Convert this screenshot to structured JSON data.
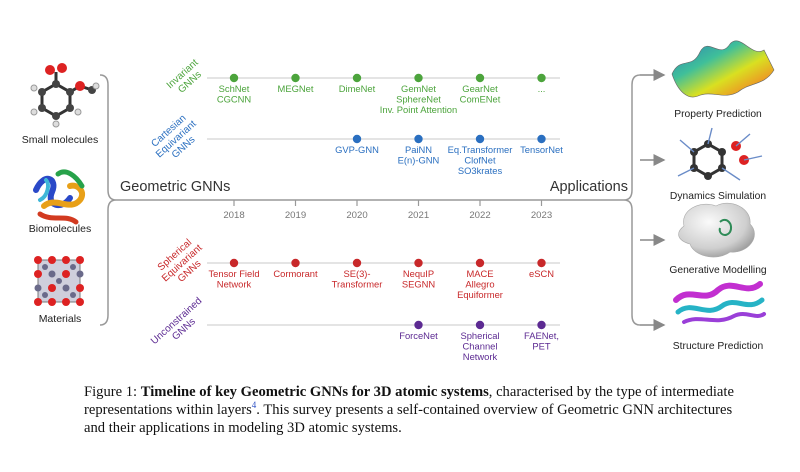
{
  "left_inputs": [
    {
      "key": "small",
      "label": "Small molecules"
    },
    {
      "key": "bio",
      "label": "Biomolecules"
    },
    {
      "key": "mat",
      "label": "Materials"
    }
  ],
  "center_title": "Geometric GNNs",
  "right_title": "Applications",
  "years": [
    "2018",
    "2019",
    "2020",
    "2021",
    "2022",
    "2023"
  ],
  "colors": {
    "invariant": "#4ca43c",
    "cartesian": "#2a6fc0",
    "spherical": "#c8282a",
    "unconstrained": "#5c2a92",
    "axis": "#999999",
    "text": "#222222"
  },
  "rows": [
    {
      "key": "invariant",
      "label_lines": [
        "Invariant",
        "GNNs"
      ],
      "items": [
        {
          "year": "2018",
          "lines": [
            "SchNet",
            "CGCNN"
          ]
        },
        {
          "year": "2019",
          "lines": [
            "MEGNet"
          ]
        },
        {
          "year": "2020",
          "lines": [
            "DimeNet"
          ]
        },
        {
          "year": "2021",
          "lines": [
            "GemNet",
            "SphereNet",
            "Inv. Point Attention"
          ]
        },
        {
          "year": "2022",
          "lines": [
            "GearNet",
            "ComENet"
          ]
        },
        {
          "year": "2023",
          "lines": [
            "..."
          ]
        }
      ]
    },
    {
      "key": "cartesian",
      "label_lines": [
        "Cartesian",
        "Equivariant",
        "GNNs"
      ],
      "items": [
        {
          "year": "2020",
          "lines": [
            "GVP-GNN"
          ]
        },
        {
          "year": "2021",
          "lines": [
            "PaiNN",
            "E(n)-GNN"
          ]
        },
        {
          "year": "2022",
          "lines": [
            "Eq.Transformer",
            "ClofNet",
            "SO3krates"
          ]
        },
        {
          "year": "2023",
          "lines": [
            "TensorNet"
          ]
        }
      ]
    },
    {
      "key": "spherical",
      "label_lines": [
        "Spherical",
        "Equivariant",
        "GNNs"
      ],
      "items": [
        {
          "year": "2018",
          "lines": [
            "Tensor Field",
            "Network"
          ]
        },
        {
          "year": "2019",
          "lines": [
            "Cormorant"
          ]
        },
        {
          "year": "2020",
          "lines": [
            "SE(3)-",
            "Transformer"
          ]
        },
        {
          "year": "2021",
          "lines": [
            "NequIP",
            "SEGNN"
          ]
        },
        {
          "year": "2022",
          "lines": [
            "MACE",
            "Allegro",
            "Equiformer"
          ]
        },
        {
          "year": "2023",
          "lines": [
            "eSCN"
          ]
        }
      ]
    },
    {
      "key": "unconstrained",
      "label_lines": [
        "Unconstrained",
        "GNNs"
      ],
      "items": [
        {
          "year": "2021",
          "lines": [
            "ForceNet"
          ]
        },
        {
          "year": "2022",
          "lines": [
            "Spherical",
            "Channel",
            "Network"
          ]
        },
        {
          "year": "2023",
          "lines": [
            "FAENet,",
            "PET"
          ]
        }
      ]
    }
  ],
  "applications": [
    {
      "key": "prop",
      "label": "Property Prediction"
    },
    {
      "key": "dyn",
      "label": "Dynamics Simulation"
    },
    {
      "key": "gen",
      "label": "Generative Modelling"
    },
    {
      "key": "struct",
      "label": "Structure Prediction"
    }
  ],
  "caption": {
    "prefix": "Figure 1: ",
    "bold": "Timeline of key Geometric GNNs for 3D atomic systems",
    "after_bold": ", characterised by the type of intermediate representations within layers",
    "ref": "4",
    "rest": ". This survey presents a self-contained overview of Geometric GNN architectures and their applications in modeling 3D atomic systems."
  }
}
